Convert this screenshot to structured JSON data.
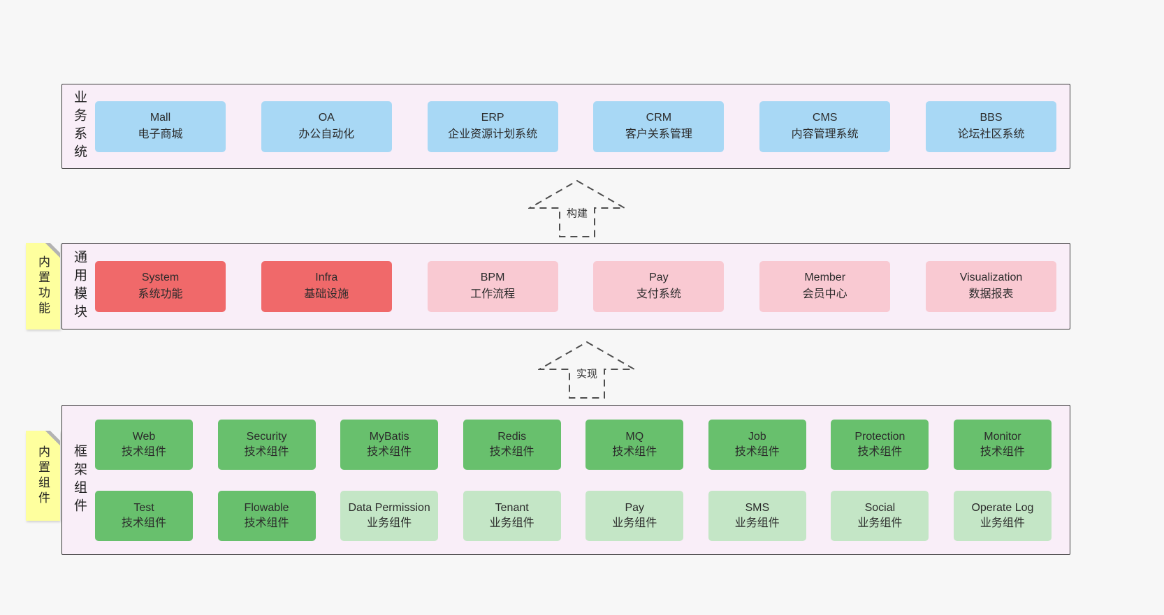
{
  "bands": {
    "business": {
      "label": "业务系统",
      "items": [
        {
          "title": "Mall",
          "subtitle": "电子商城"
        },
        {
          "title": "OA",
          "subtitle": "办公自动化"
        },
        {
          "title": "ERP",
          "subtitle": "企业资源计划系统"
        },
        {
          "title": "CRM",
          "subtitle": "客户关系管理"
        },
        {
          "title": "CMS",
          "subtitle": "内容管理系统"
        },
        {
          "title": "BBS",
          "subtitle": "论坛社区系统"
        }
      ]
    },
    "modules": {
      "label": "通用模块",
      "note": "内置功能",
      "items": [
        {
          "title": "System",
          "subtitle": "系统功能"
        },
        {
          "title": "Infra",
          "subtitle": "基础设施"
        },
        {
          "title": "BPM",
          "subtitle": "工作流程"
        },
        {
          "title": "Pay",
          "subtitle": "支付系统"
        },
        {
          "title": "Member",
          "subtitle": "会员中心"
        },
        {
          "title": "Visualization",
          "subtitle": "数据报表"
        }
      ]
    },
    "framework": {
      "label": "框架组件",
      "note": "内置组件",
      "row1": [
        {
          "title": "Web",
          "subtitle": "技术组件"
        },
        {
          "title": "Security",
          "subtitle": "技术组件"
        },
        {
          "title": "MyBatis",
          "subtitle": "技术组件"
        },
        {
          "title": "Redis",
          "subtitle": "技术组件"
        },
        {
          "title": "MQ",
          "subtitle": "技术组件"
        },
        {
          "title": "Job",
          "subtitle": "技术组件"
        },
        {
          "title": "Protection",
          "subtitle": "技术组件"
        },
        {
          "title": "Monitor",
          "subtitle": "技术组件"
        }
      ],
      "row2": [
        {
          "title": "Test",
          "subtitle": "技术组件"
        },
        {
          "title": "Flowable",
          "subtitle": "技术组件"
        },
        {
          "title": "Data Permission",
          "subtitle": "业务组件"
        },
        {
          "title": "Tenant",
          "subtitle": "业务组件"
        },
        {
          "title": "Pay",
          "subtitle": "业务组件"
        },
        {
          "title": "SMS",
          "subtitle": "业务组件"
        },
        {
          "title": "Social",
          "subtitle": "业务组件"
        },
        {
          "title": "Operate Log",
          "subtitle": "业务组件"
        }
      ]
    }
  },
  "arrows": {
    "build": "构建",
    "implement": "实现"
  },
  "colors": {
    "page_bg": "#f7f7f7",
    "band_bg": "#f9eef8",
    "blue": "#a8d8f5",
    "red": "#f0696a",
    "pink": "#f9c9d2",
    "green": "#68c06d",
    "green_light": "#c4e6c6",
    "note_bg": "#feff9e"
  }
}
